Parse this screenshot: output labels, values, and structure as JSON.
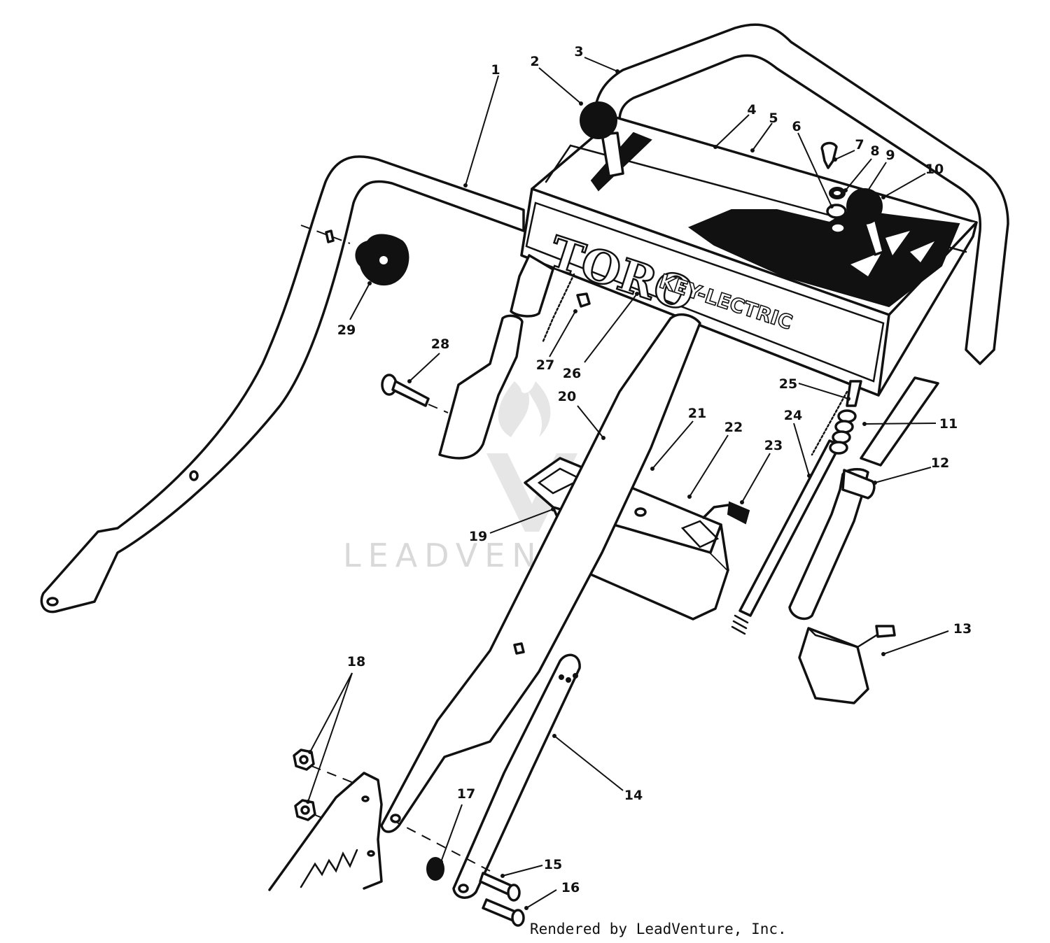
{
  "diagram": {
    "brand_name": "TORO",
    "brand_subtitle": "KEY-LECTRIC",
    "watermark": "LEADVENTURE",
    "footer_text": "Rendered by LeadVenture, Inc.",
    "callouts": [
      {
        "id": "1",
        "label": "1"
      },
      {
        "id": "2",
        "label": "2"
      },
      {
        "id": "3",
        "label": "3"
      },
      {
        "id": "4",
        "label": "4"
      },
      {
        "id": "5",
        "label": "5"
      },
      {
        "id": "6",
        "label": "6"
      },
      {
        "id": "7",
        "label": "7"
      },
      {
        "id": "8",
        "label": "8"
      },
      {
        "id": "9",
        "label": "9"
      },
      {
        "id": "10",
        "label": "10"
      },
      {
        "id": "11",
        "label": "11"
      },
      {
        "id": "12",
        "label": "12"
      },
      {
        "id": "13",
        "label": "13"
      },
      {
        "id": "14",
        "label": "14"
      },
      {
        "id": "15",
        "label": "15"
      },
      {
        "id": "16",
        "label": "16"
      },
      {
        "id": "17",
        "label": "17"
      },
      {
        "id": "18",
        "label": "18"
      },
      {
        "id": "19",
        "label": "19"
      },
      {
        "id": "20",
        "label": "20"
      },
      {
        "id": "21",
        "label": "21"
      },
      {
        "id": "22",
        "label": "22"
      },
      {
        "id": "23",
        "label": "23"
      },
      {
        "id": "24",
        "label": "24"
      },
      {
        "id": "25",
        "label": "25"
      },
      {
        "id": "26",
        "label": "26"
      },
      {
        "id": "27",
        "label": "27"
      },
      {
        "id": "28",
        "label": "28"
      },
      {
        "id": "29",
        "label": "29"
      }
    ]
  }
}
